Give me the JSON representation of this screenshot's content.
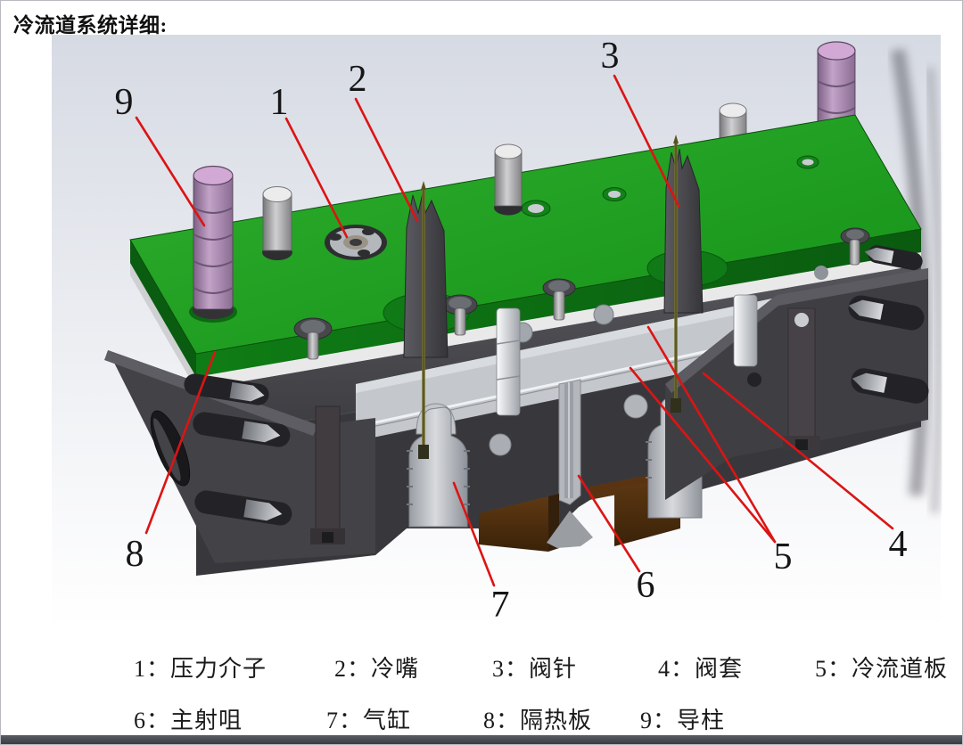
{
  "page": {
    "title": "冷流道系统详细:"
  },
  "figure": {
    "callouts": {
      "c1": "1",
      "c2": "2",
      "c3": "3",
      "c4": "4",
      "c5": "5",
      "c6": "6",
      "c7": "7",
      "c8": "8",
      "c9": "9"
    }
  },
  "legend": {
    "rows": [
      {
        "items": [
          {
            "text": "1：压力介子"
          },
          {
            "text": "2：冷嘴"
          },
          {
            "text": "3：阀针"
          },
          {
            "text": "4：阀套"
          },
          {
            "text": "5：冷流道板"
          }
        ]
      },
      {
        "items": [
          {
            "text": "6：主射咀"
          },
          {
            "text": "7：气缸"
          },
          {
            "text": "8：隔热板"
          },
          {
            "text": "9：导柱"
          }
        ]
      }
    ]
  },
  "colors": {
    "leader_red": "#dc1414",
    "plate_green": "#1fa322",
    "plate_green_dark": "#0e7a14",
    "pillar_purple": "#a487ab",
    "pillar_top_pink": "#d2a8d4",
    "nozzle_brown": "#53300f",
    "valve_pin_olive": "#75702e",
    "body_dark_gray": "#424247",
    "section_light_gray": "#c4c7cc"
  }
}
